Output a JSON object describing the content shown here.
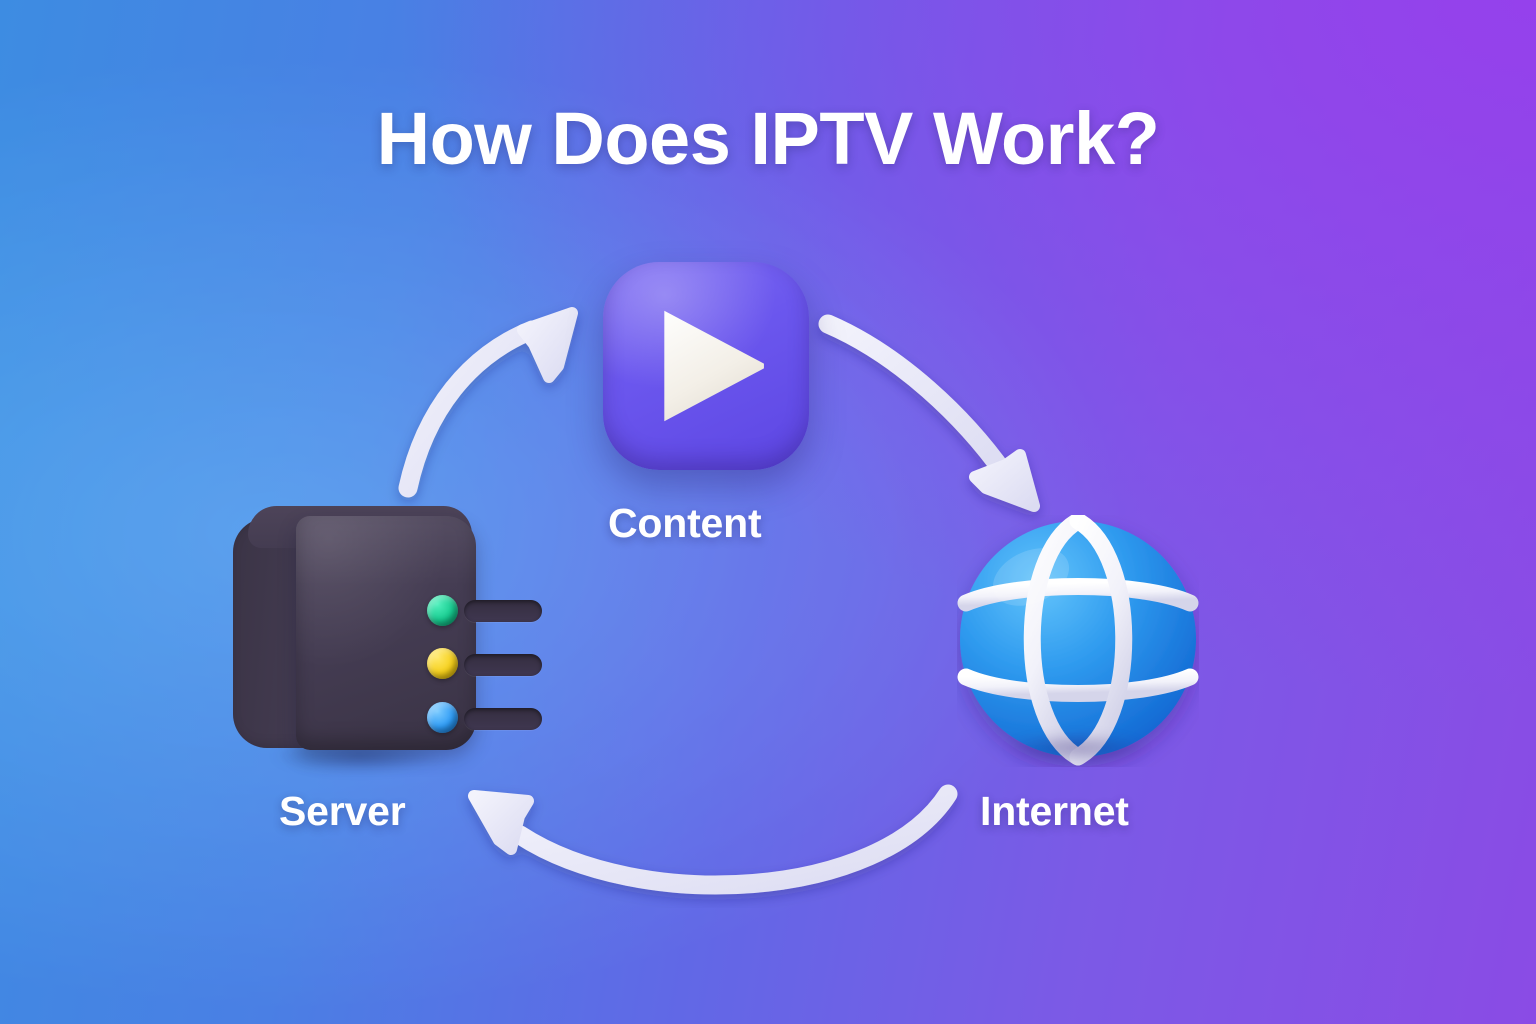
{
  "page": {
    "title": "How Does IPTV Work?"
  },
  "theme": {
    "bg_gradient_start": "#3d8ce2",
    "bg_gradient_end": "#8a4be5",
    "title_color": "#ffffff",
    "label_color": "#ffffff",
    "arrow_color": "#e6e6f7",
    "tile_purple": "#6b57ee",
    "play_cream": "#f5f2ec",
    "server_dark": "#443c52",
    "globe_blue": "#2f9bef",
    "globe_band": "#f4f4fb"
  },
  "diagram": {
    "nodes": [
      {
        "id": "server",
        "label": "Server",
        "icon": "server-rack-icon",
        "leds": [
          {
            "name": "status-led-green",
            "color": "#16c98e"
          },
          {
            "name": "status-led-yellow",
            "color": "#f5cf1a"
          },
          {
            "name": "status-led-blue",
            "color": "#2e9bf5"
          }
        ],
        "slot_count": 3
      },
      {
        "id": "content",
        "label": "Content",
        "icon": "play-button-icon"
      },
      {
        "id": "internet",
        "label": "Internet",
        "icon": "globe-icon"
      }
    ],
    "arrows": [
      {
        "id": "server-to-content",
        "from": "server",
        "to": "content",
        "direction": "up-right"
      },
      {
        "id": "content-to-internet",
        "from": "content",
        "to": "internet",
        "direction": "down-right"
      },
      {
        "id": "internet-to-server",
        "from": "internet",
        "to": "server",
        "direction": "left"
      }
    ]
  }
}
